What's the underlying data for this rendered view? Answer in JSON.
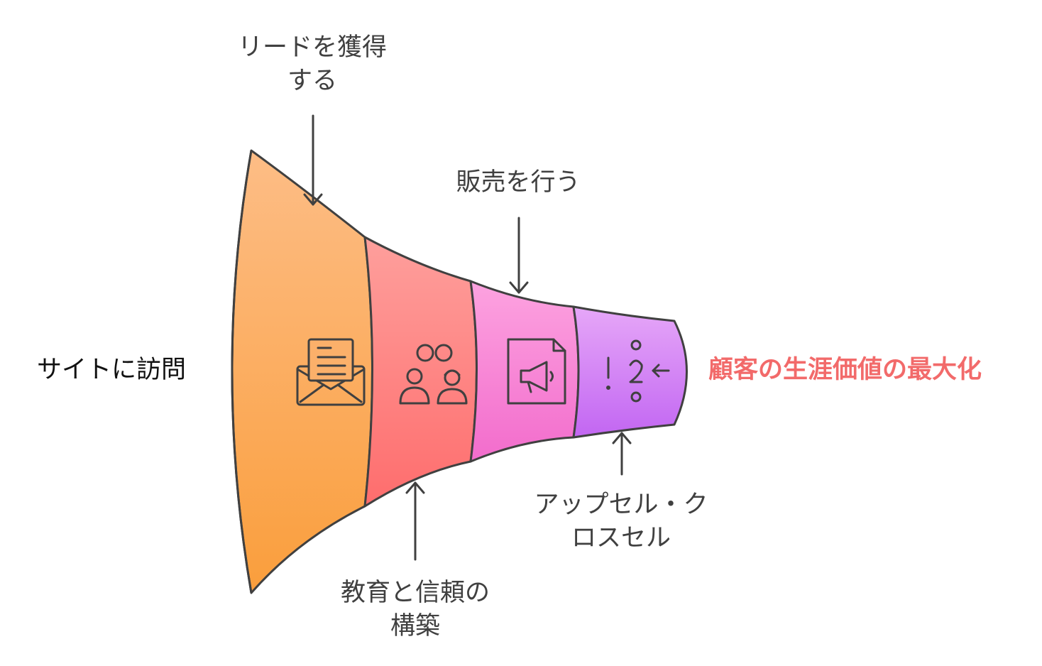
{
  "diagram": {
    "type": "funnel",
    "start_label": "サイトに訪問",
    "end_label": "顧客の生涯価値の最大化",
    "stages": [
      {
        "label_lines": [
          "リードを獲得",
          "する"
        ],
        "icon": "envelope-letter-icon",
        "color_top": "#fdbd86",
        "color_bottom": "#fa9e3c"
      },
      {
        "label_lines": [
          "教育と信頼の",
          "構築"
        ],
        "icon": "two-people-link-icon",
        "color_top": "#fe9f9c",
        "color_bottom": "#fe6d6d"
      },
      {
        "label_lines": [
          "販売を行う"
        ],
        "icon": "megaphone-document-icon",
        "color_top": "#fda3e0",
        "color_bottom": "#f26ccc"
      },
      {
        "label_lines": [
          "アップセル・ク",
          "ロスセル"
        ],
        "icon": "exclamation-question-arrow-icon",
        "color_top": "#e6a7f8",
        "color_bottom": "#c266f2"
      }
    ],
    "colors": {
      "outline": "#404040",
      "end_label": "#f26a6a",
      "start_label": "#111111",
      "label": "#404040"
    }
  }
}
